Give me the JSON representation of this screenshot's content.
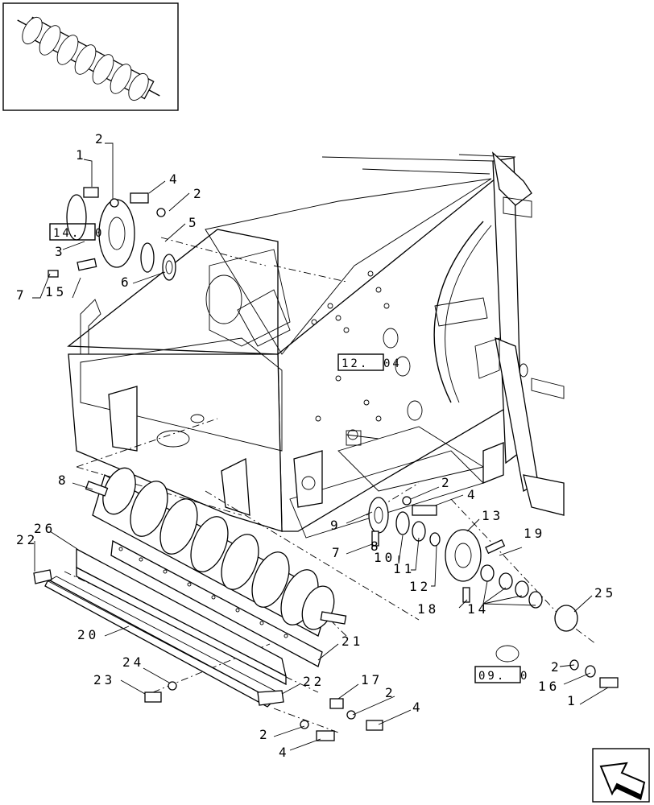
{
  "callouts": {
    "c1a": "1",
    "c2a": "2",
    "c4a": "4",
    "c2b": "2",
    "c5a": "5",
    "c3a": "3",
    "c6a": "6",
    "c7a": "7",
    "c15": "15",
    "c8a": "8",
    "c26": "26",
    "c22a": "22",
    "c9a": "9",
    "c2c": "2",
    "c4b": "4",
    "c13": "13",
    "c7b": "7",
    "c8b": "8",
    "c10": "10",
    "c11": "11",
    "c12": "12",
    "c19": "19",
    "c18": "18",
    "c14": "14",
    "c25": "25",
    "c20": "20",
    "c21": "21",
    "c24": "24",
    "c23": "23",
    "c22b": "22",
    "c17": "17",
    "c2d": "2",
    "c4c": "4",
    "c2e": "2",
    "c4d": "4",
    "c2f": "2",
    "c16": "16",
    "c1b": "1"
  },
  "references": {
    "ref_14": "14.",
    "ref_14_suffix": "0",
    "ref_12": "12.",
    "ref_12_suffix": "04",
    "ref_09": "09.",
    "ref_09_suffix": "0"
  },
  "icons": {
    "inset": "auger-inset-icon",
    "nav": "next-page-arrow-icon"
  }
}
